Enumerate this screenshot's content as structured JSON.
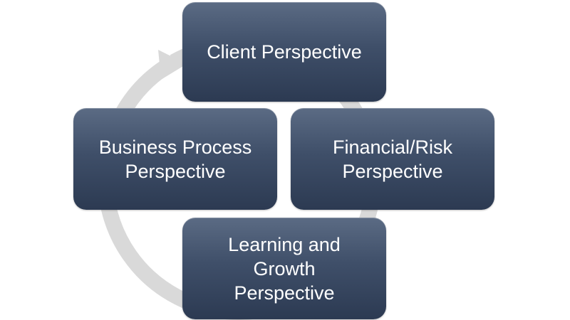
{
  "diagram": {
    "nodes": [
      {
        "id": "client",
        "label": "Client Perspective"
      },
      {
        "id": "financial",
        "label": "Financial/Risk\nPerspective"
      },
      {
        "id": "learning",
        "label": "Learning and\nGrowth\nPerspective"
      },
      {
        "id": "business",
        "label": "Business Process\nPerspective"
      }
    ],
    "cycle_direction": "clockwise",
    "colors": {
      "box_top": "#5b6b84",
      "box_bottom": "#2c3a52",
      "ring": "#d9d9d9",
      "text": "#ffffff"
    }
  }
}
